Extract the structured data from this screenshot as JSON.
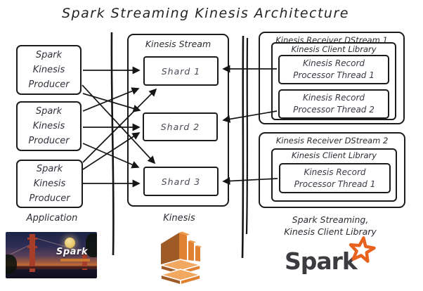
{
  "title": "Spark Streaming Kinesis Architecture",
  "producers": [
    {
      "line1": "Spark",
      "line2": "Kinesis",
      "line3": "Producer"
    },
    {
      "line1": "Spark",
      "line2": "Kinesis",
      "line3": "Producer"
    },
    {
      "line1": "Spark",
      "line2": "Kinesis",
      "line3": "Producer"
    }
  ],
  "stream": {
    "label": "Kinesis Stream",
    "shards": [
      {
        "label": "Shard 1"
      },
      {
        "label": "Shard 2"
      },
      {
        "label": "Shard 3"
      }
    ]
  },
  "receivers": [
    {
      "label": "Kinesis Receiver DStream 1",
      "kcl_label": "Kinesis Client Library",
      "threads": [
        {
          "line1": "Kinesis Record",
          "line2": "Processor Thread 1"
        },
        {
          "line1": "Kinesis Record",
          "line2": "Processor Thread 2"
        }
      ]
    },
    {
      "label": "Kinesis Receiver DStream 2",
      "kcl_label": "Kinesis Client Library",
      "threads": [
        {
          "line1": "Kinesis Record",
          "line2": "Processor Thread 1"
        }
      ]
    }
  ],
  "footer": {
    "application_label": "Application",
    "kinesis_label": "Kinesis",
    "spark_label_line1": "Spark Streaming,",
    "spark_label_line2": "Kinesis Client Library",
    "photo_logo_text": "Spark",
    "spark_wordmark": "Spark"
  },
  "colors": {
    "ink": "#1b1b1b",
    "kinesis_icon_light": "#E08232",
    "kinesis_icon_lighter": "#F2A860",
    "kinesis_icon_dark": "#9E5B26",
    "spark_star_orange": "#E8621D",
    "spark_text_gray": "#3D3B3F"
  }
}
